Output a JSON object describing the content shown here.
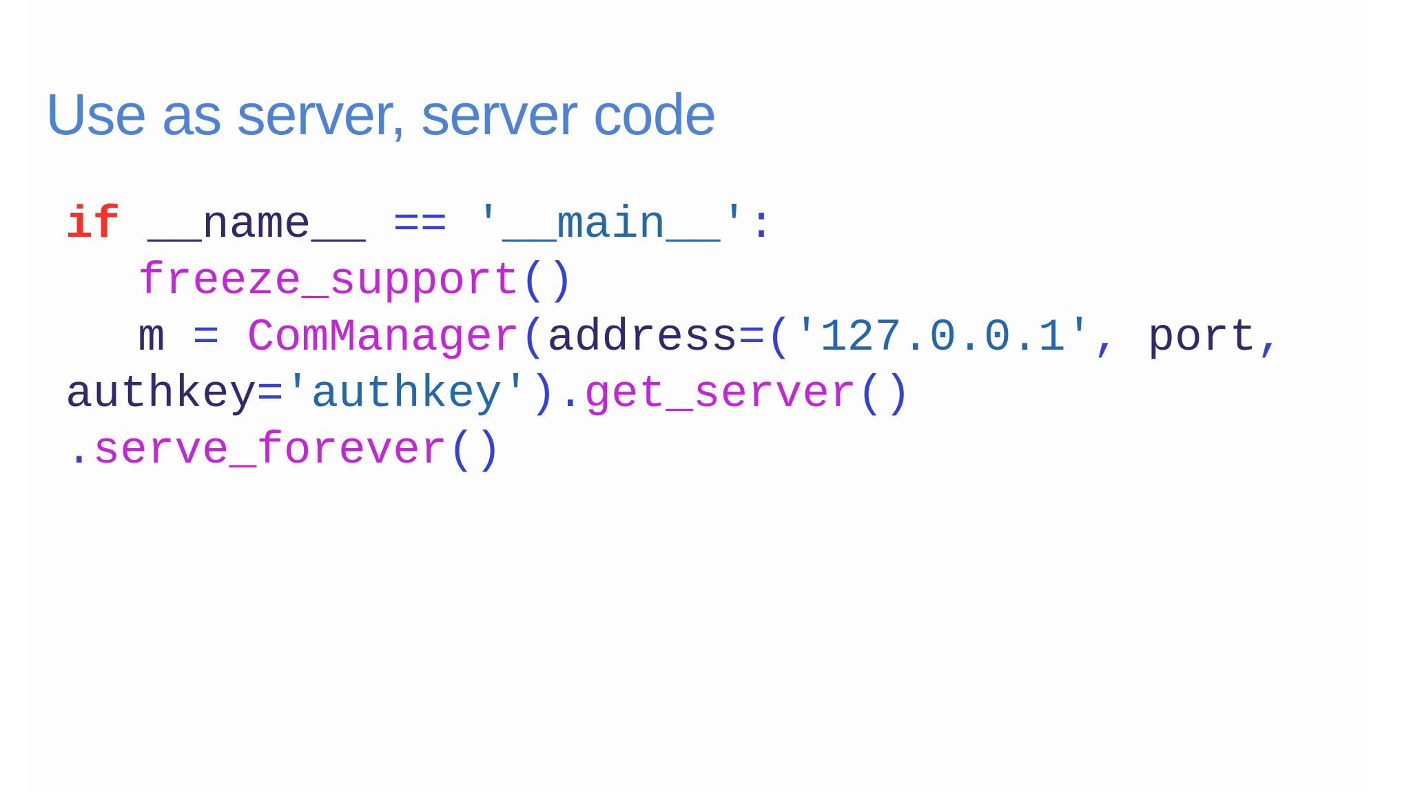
{
  "slide": {
    "title": "Use as server, server code"
  },
  "colors": {
    "title": "#4e82d4",
    "background": "#fdfdfe",
    "keyword": "#f2332c",
    "identifier": "#32286e",
    "operator": "#3540d8",
    "string": "#2268ab",
    "function": "#c325d9"
  },
  "code": {
    "lines": [
      {
        "indent": 0,
        "tokens": [
          {
            "t": "if",
            "c": "keyword"
          },
          {
            "t": " ",
            "c": "identifier"
          },
          {
            "t": "__name__",
            "c": "identifier"
          },
          {
            "t": " ",
            "c": "identifier"
          },
          {
            "t": "==",
            "c": "operator"
          },
          {
            "t": " ",
            "c": "identifier"
          },
          {
            "t": "'__main__'",
            "c": "string"
          },
          {
            "t": ":",
            "c": "operator"
          }
        ]
      },
      {
        "indent": 1,
        "tokens": [
          {
            "t": "freeze_support",
            "c": "function"
          },
          {
            "t": "()",
            "c": "operator"
          }
        ]
      },
      {
        "indent": 1,
        "tokens": [
          {
            "t": "m",
            "c": "identifier"
          },
          {
            "t": " ",
            "c": "identifier"
          },
          {
            "t": "=",
            "c": "operator"
          },
          {
            "t": " ",
            "c": "identifier"
          },
          {
            "t": "ComManager",
            "c": "function"
          },
          {
            "t": "(",
            "c": "operator"
          },
          {
            "t": "address",
            "c": "identifier"
          },
          {
            "t": "=",
            "c": "operator"
          },
          {
            "t": "(",
            "c": "operator"
          },
          {
            "t": "'127.0.0.1'",
            "c": "string"
          },
          {
            "t": ",",
            "c": "operator"
          },
          {
            "t": " ",
            "c": "identifier"
          },
          {
            "t": "port",
            "c": "identifier"
          },
          {
            "t": ",",
            "c": "operator"
          }
        ]
      },
      {
        "indent": 0,
        "tokens": [
          {
            "t": "authkey",
            "c": "identifier"
          },
          {
            "t": "=",
            "c": "operator"
          },
          {
            "t": "'authkey'",
            "c": "string"
          },
          {
            "t": ")",
            "c": "operator"
          },
          {
            "t": ".",
            "c": "operator"
          },
          {
            "t": "get_server",
            "c": "function"
          },
          {
            "t": "()",
            "c": "operator"
          }
        ]
      },
      {
        "indent": 0,
        "tokens": [
          {
            "t": ".",
            "c": "operator"
          },
          {
            "t": "serve_forever",
            "c": "function"
          },
          {
            "t": "()",
            "c": "operator"
          }
        ]
      }
    ]
  }
}
